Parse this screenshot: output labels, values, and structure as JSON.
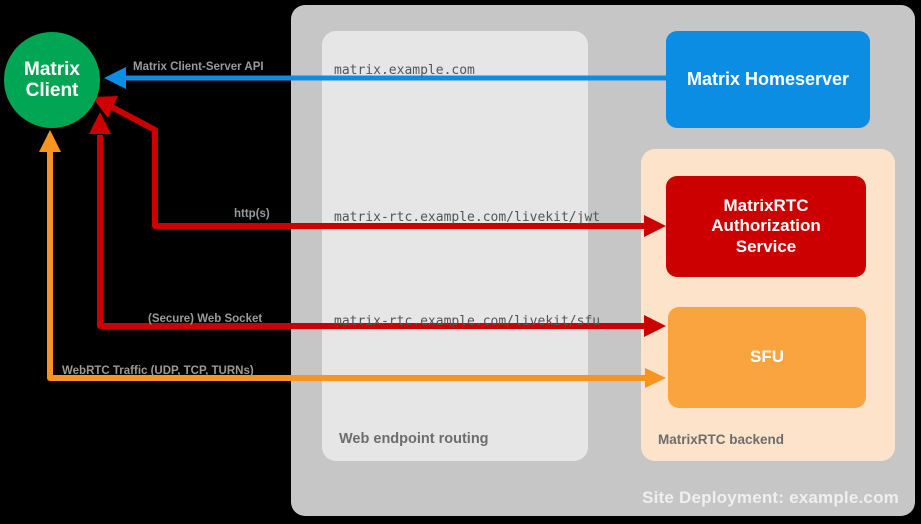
{
  "diagram": {
    "title": "Site Deployment: example.com",
    "site_label": "Site Deployment: example.com",
    "background": "#000000"
  },
  "colors": {
    "client": "#00a653",
    "homeserver": "#0b8de4",
    "authorization": "#cc0000",
    "sfu": "#faa43f",
    "site_container": "#c6c6c6",
    "routing_container": "#e6e6e6",
    "backend_container": "#fde3ca",
    "label_gray": "#6d6d6d",
    "connector_label": "#9a9a9a"
  },
  "client": {
    "line1": "Matrix",
    "line2": "Client"
  },
  "containers": {
    "routing": {
      "label": "Web endpoint routing"
    },
    "backend": {
      "label": "MatrixRTC backend"
    }
  },
  "nodes": {
    "homeserver": {
      "label": "Matrix Homeserver"
    },
    "authorization": {
      "line1": "MatrixRTC",
      "line2": "Authorization",
      "line3": "Service"
    },
    "sfu": {
      "label": "SFU"
    }
  },
  "endpoints": [
    {
      "path": "matrix.example.com"
    },
    {
      "path": "matrix-rtc.example.com/livekit/jwt"
    },
    {
      "path": "matrix-rtc.example.com/livekit/sfu"
    }
  ],
  "connectors": [
    {
      "label": "Matrix Client-Server API",
      "color": "#0b8de4",
      "direction": "to-client"
    },
    {
      "label": "http(s)",
      "color": "#cc0000",
      "direction": "bidirectional"
    },
    {
      "label": "(Secure) Web Socket",
      "color": "#cc0000",
      "direction": "bidirectional"
    },
    {
      "label": "WebRTC Traffic (UDP, TCP, TURNs)",
      "color": "#f79422",
      "direction": "bidirectional"
    }
  ]
}
